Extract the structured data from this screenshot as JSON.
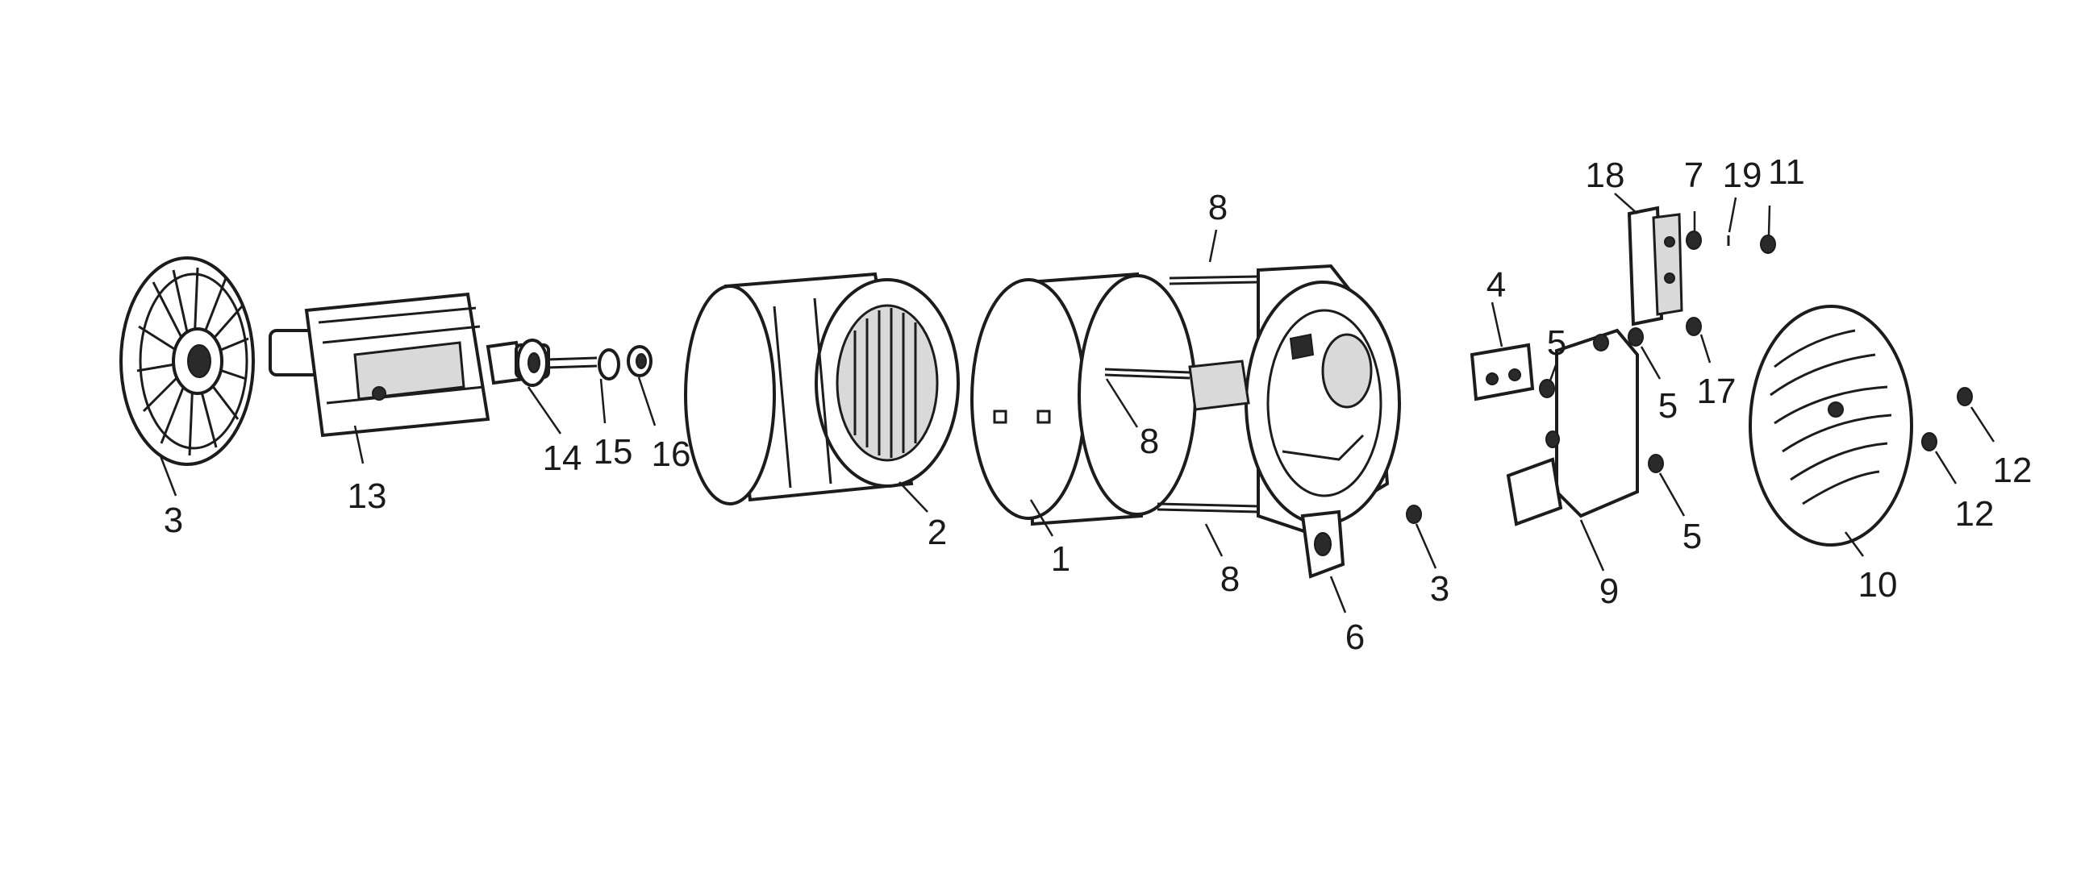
{
  "parts": [
    {
      "id": "fan",
      "label": "3"
    },
    {
      "id": "rotor",
      "label": "13"
    },
    {
      "id": "bearing",
      "label": "14"
    },
    {
      "id": "washer",
      "label": "15"
    },
    {
      "id": "nut",
      "label": "16"
    },
    {
      "id": "stator",
      "label": "2"
    },
    {
      "id": "housing",
      "label": "1"
    },
    {
      "id": "bolt-top",
      "label": "8"
    },
    {
      "id": "bolt-center",
      "label": "8"
    },
    {
      "id": "bolt-bottom",
      "label": "8"
    },
    {
      "id": "end-bell",
      "label": "6"
    },
    {
      "id": "end-bell-screw",
      "label": "3"
    },
    {
      "id": "brush-holder",
      "label": "4"
    },
    {
      "id": "screw-a",
      "label": "5"
    },
    {
      "id": "screw-b",
      "label": "5"
    },
    {
      "id": "screw-c",
      "label": "5"
    },
    {
      "id": "rectifier-bracket",
      "label": "18"
    },
    {
      "id": "nut-7",
      "label": "7"
    },
    {
      "id": "pin-19",
      "label": "19"
    },
    {
      "id": "nut-11",
      "label": "11"
    },
    {
      "id": "screw-17",
      "label": "17"
    },
    {
      "id": "cover-bracket",
      "label": "9"
    },
    {
      "id": "end-cover",
      "label": "10"
    },
    {
      "id": "cover-screw-a",
      "label": "12"
    },
    {
      "id": "cover-screw-b",
      "label": "12"
    }
  ]
}
